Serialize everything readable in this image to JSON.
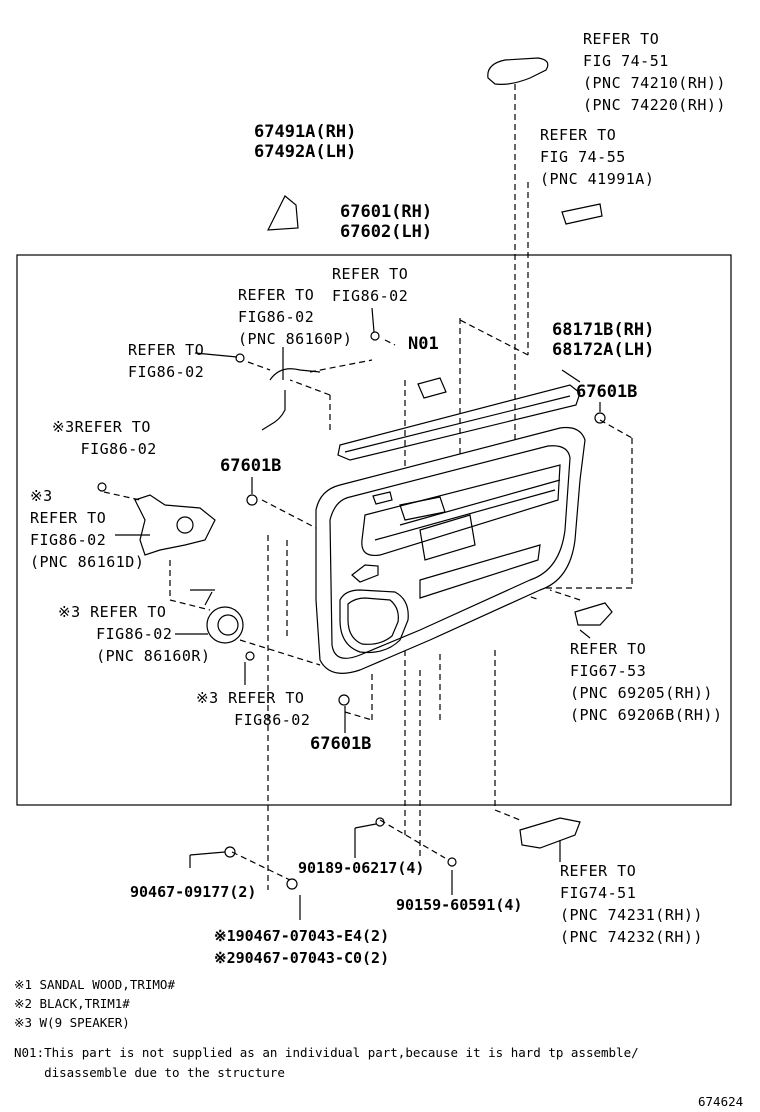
{
  "refs": {
    "fig7451_top": "REFER TO\nFIG 74-51\n(PNC 74210(RH))\n(PNC 74220(RH))",
    "fig7455": "REFER TO\nFIG 74-55\n(PNC 41991A)",
    "fig8602_a": "REFER TO\nFIG86-02",
    "fig8602_b": "REFER TO\nFIG86-02\n(PNC 86160P)",
    "fig8602_c": "REFER TO\nFIG86-02",
    "fig8602_d": "※3REFER TO\n   FIG86-02",
    "fig8602_e": "※3\nREFER TO\nFIG86-02\n(PNC 86161D)",
    "fig8602_f": "※3 REFER TO\n    FIG86-02\n    (PNC 86160R)",
    "fig8602_g": "※3 REFER TO\n    FIG86-02",
    "fig6753": "REFER TO\nFIG67-53\n(PNC 69205(RH))\n(PNC 69206B(RH))",
    "fig7451_bottom": "REFER TO\nFIG74-51\n(PNC 74231(RH))\n(PNC 74232(RH))"
  },
  "parts": {
    "p67491": "67491A(RH)\n67492A(LH)",
    "p67601": "67601(RH)\n67602(LH)",
    "p68171": "68171B(RH)\n68172A(LH)",
    "n01": "N01",
    "p67601b_1": "67601B",
    "p67601b_2": "67601B",
    "p67601b_3": "67601B",
    "p90189": "90189-06217(4)",
    "p90467": "90467-09177(2)",
    "p90159": "90159-60591(4)",
    "p90467s": "※190467-07043-E4(2)\n※290467-07043-C0(2)"
  },
  "notes": {
    "n1": "※1 SANDAL WOOD,TRIMO#",
    "n2": "※2 BLACK,TRIM1#",
    "n3": "※3 W(9 SPEAKER)",
    "n01": "N01:This part is not supplied as an individual part,because it is hard tp assemble/\n    disassemble due to the structure"
  },
  "figure_id": "674624"
}
